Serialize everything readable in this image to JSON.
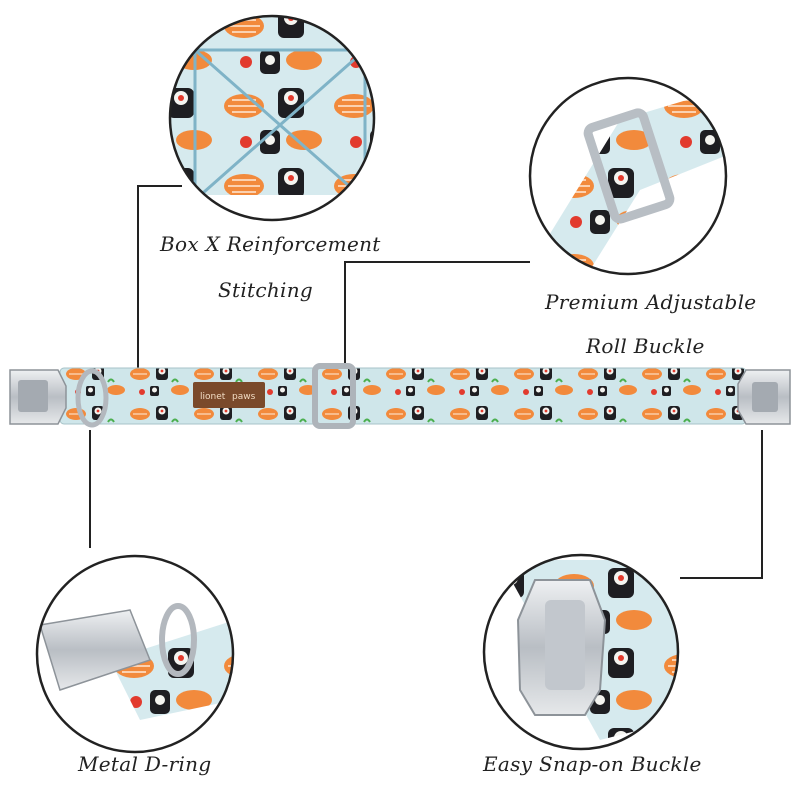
{
  "callouts": {
    "box_stitch": [
      "Box X Reinforcement",
      "Stitching"
    ],
    "roll_buckle": [
      "Premium Adjustable",
      "Roll Buckle"
    ],
    "d_ring": "Metal D-ring",
    "snap_buckle": "Easy Snap-on Buckle"
  },
  "brand_tag": [
    "lionet",
    "paws"
  ],
  "colors": {
    "strap_bg": "#cfe6ea",
    "salmon": "#f28a3c",
    "nori": "#1e1e22",
    "rice": "#f4f4f0",
    "red_roe": "#e23b2e",
    "green": "#4caf50",
    "metal": "#c9cdd2",
    "tag_brown": "#7a4a2b",
    "line": "#222222"
  }
}
